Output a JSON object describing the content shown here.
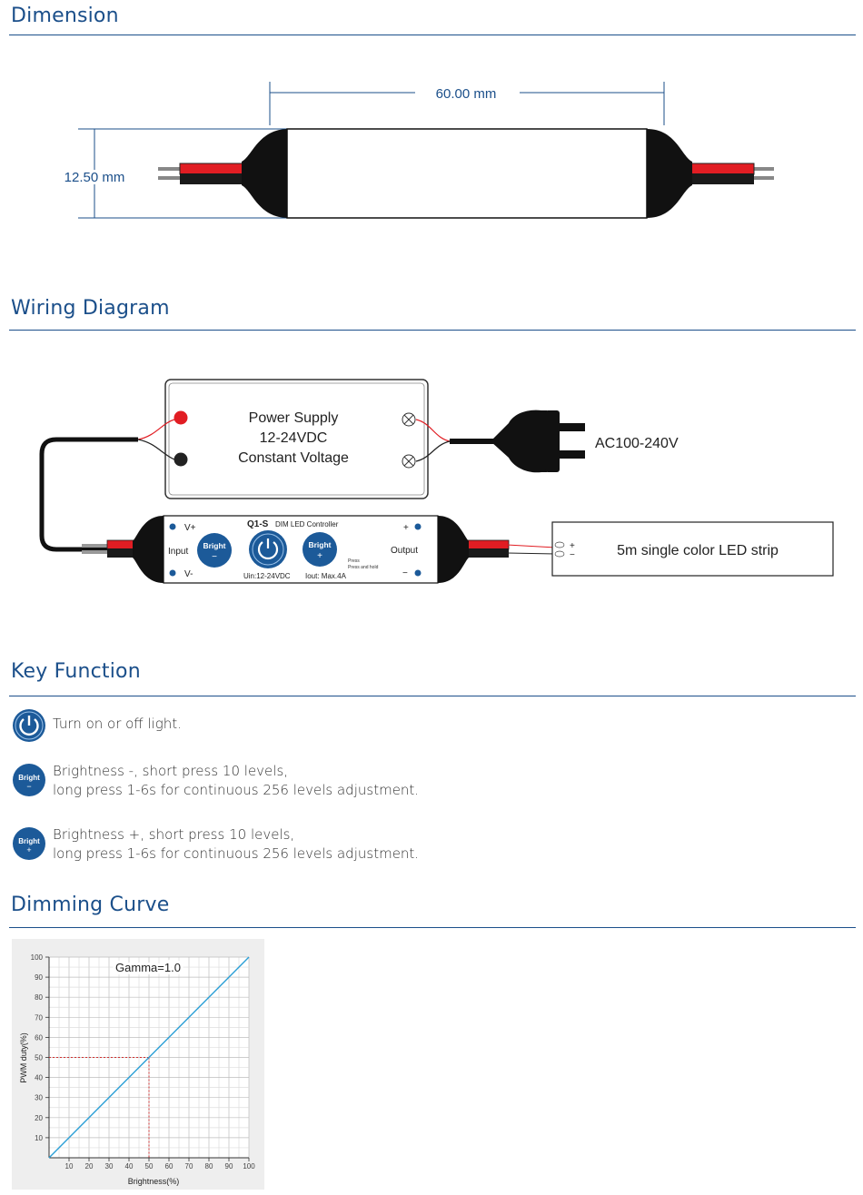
{
  "sections": {
    "dimension": "Dimension",
    "wiring": "Wiring Diagram",
    "key_function": "Key Function",
    "dimming": "Dimming Curve"
  },
  "dimension": {
    "length": "60.00 mm",
    "height": "12.50 mm"
  },
  "wiring": {
    "power_supply": [
      "Power Supply",
      "12-24VDC",
      "Constant Voltage"
    ],
    "ac_label": "AC100-240V",
    "controller": {
      "model": "Q1-S",
      "type": "DIM LED Controller",
      "vplus": "V+",
      "vminus": "V-",
      "input": "Input",
      "output": "Output",
      "plus": "+",
      "minus": "−",
      "bright": "Bright",
      "bright_minus": "−",
      "bright_plus": "+",
      "press": "Press",
      "press_hold": "Press and hold",
      "uin": "Uin:12-24VDC",
      "iout": "Iout: Max.4A"
    },
    "strip": {
      "label": "5m single color LED strip",
      "plus": "+",
      "minus": "−"
    }
  },
  "key_function": {
    "power": "Turn on or off light.",
    "bright_minus_line1": "Brightness -, short press 10 levels,",
    "bright_minus_line2": "long press 1-6s for continuous 256 levels adjustment.",
    "bright_plus_line1": "Brightness +, short press 10 levels,",
    "bright_plus_line2": "long press 1-6s for continuous 256 levels adjustment.",
    "icon_bright": "Bright",
    "icon_minus": "−",
    "icon_plus": "+"
  },
  "chart_data": {
    "type": "line",
    "annotation": "Gamma=1.0",
    "xlabel": "Brightness(%)",
    "ylabel": "PWM duty(%)",
    "xlim": [
      0,
      100
    ],
    "ylim": [
      0,
      100
    ],
    "x_ticks": [
      10,
      20,
      30,
      40,
      50,
      60,
      70,
      80,
      90,
      100
    ],
    "y_ticks": [
      10,
      20,
      30,
      40,
      50,
      60,
      70,
      80,
      90,
      100
    ],
    "grid": true,
    "series": [
      {
        "x": [
          0,
          100
        ],
        "y": [
          0,
          100
        ],
        "color": "#2a9fd6"
      }
    ],
    "reference_point": {
      "x": 50,
      "y": 50,
      "color": "#d03030"
    }
  },
  "colors": {
    "accent": "#1b4f8a",
    "button": "#1c5a99",
    "wire_red": "#e11d23",
    "curve": "#2a9fd6"
  }
}
